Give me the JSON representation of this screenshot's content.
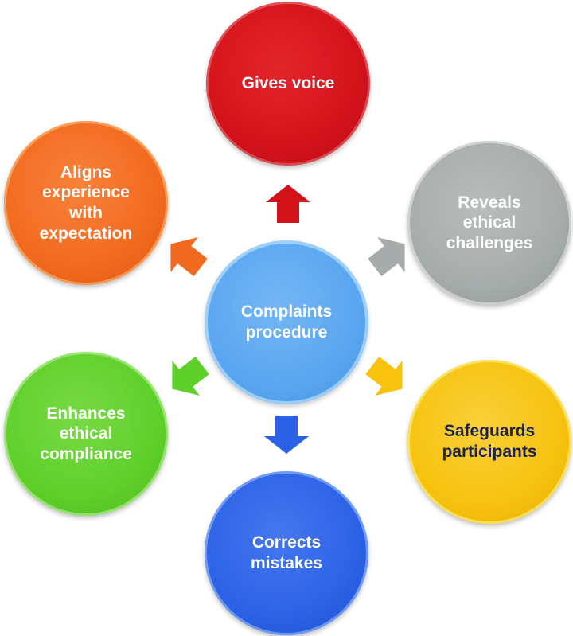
{
  "diagram": {
    "center": {
      "label": "Complaints\nprocedure",
      "color": "#5aa6f0",
      "text_color": "#ffffff"
    },
    "nodes": [
      {
        "id": "top",
        "label": "Gives voice",
        "color": "#d4121a",
        "text_color": "#ffffff"
      },
      {
        "id": "top-right",
        "label": "Reveals\nethical\nchallenges",
        "color": "#a6acab",
        "text_color": "#ffffff"
      },
      {
        "id": "bottom-right",
        "label": "Safeguards\nparticipants",
        "color": "#f6c20e",
        "text_color": "#1c2350"
      },
      {
        "id": "bottom",
        "label": "Corrects\nmistakes",
        "color": "#2c62e6",
        "text_color": "#ffffff"
      },
      {
        "id": "bottom-left",
        "label": "Enhances\nethical\ncompliance",
        "color": "#5fcf2a",
        "text_color": "#ffffff"
      },
      {
        "id": "top-left",
        "label": "Aligns\nexperience\nwith\nexpectation",
        "color": "#f26a1f",
        "text_color": "#ffffff"
      }
    ],
    "arrows": [
      {
        "to": "top",
        "color": "#d4121a"
      },
      {
        "to": "top-right",
        "color": "#a6acab"
      },
      {
        "to": "bottom-right",
        "color": "#f6c20e"
      },
      {
        "to": "bottom",
        "color": "#2c62e6"
      },
      {
        "to": "bottom-left",
        "color": "#5fcf2a"
      },
      {
        "to": "top-left",
        "color": "#f26a1f"
      }
    ]
  }
}
